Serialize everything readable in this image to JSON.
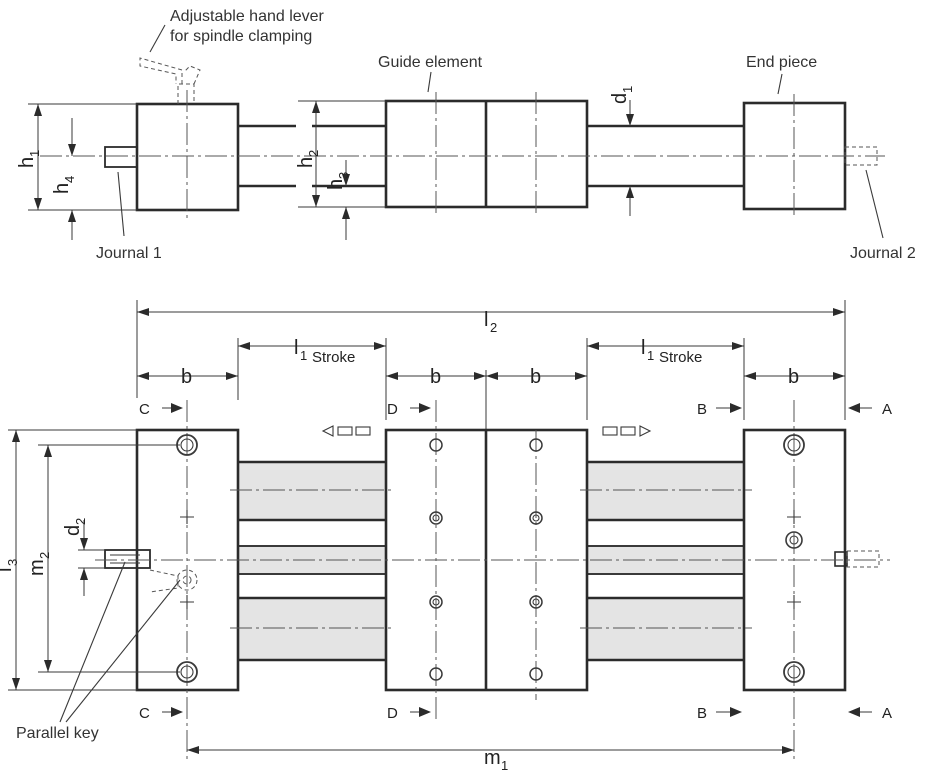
{
  "labels": {
    "hand_lever_line1": "Adjustable hand lever",
    "hand_lever_line2": "for spindle clamping",
    "guide_element": "Guide element",
    "end_piece": "End piece",
    "journal_1": "Journal 1",
    "journal_2": "Journal 2",
    "parallel_key": "Parallel key"
  },
  "dimensions": {
    "h1": {
      "main": "h",
      "sub": "1"
    },
    "h2": {
      "main": "h",
      "sub": "2"
    },
    "h3": {
      "main": "h",
      "sub": "3"
    },
    "h4": {
      "main": "h",
      "sub": "4"
    },
    "d1": {
      "main": "d",
      "sub": "1"
    },
    "d2": {
      "main": "d",
      "sub": "2"
    },
    "l1": {
      "main": "l",
      "sub": "1",
      "note": "Stroke"
    },
    "l2": {
      "main": "l",
      "sub": "2"
    },
    "l3": {
      "main": "l",
      "sub": "3"
    },
    "m1": {
      "main": "m",
      "sub": "1"
    },
    "m2": {
      "main": "m",
      "sub": "2"
    },
    "b": "b"
  },
  "sections": {
    "A": "A",
    "B": "B",
    "C": "C",
    "D": "D"
  }
}
